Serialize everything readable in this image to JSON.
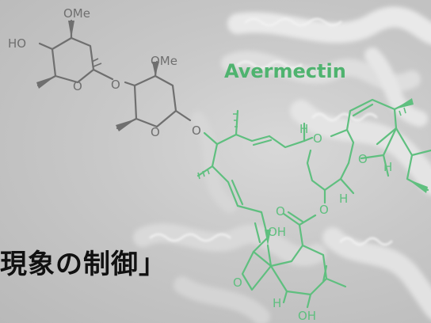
{
  "compound_name": "Avermectin",
  "caption_text": "現象の制御」",
  "atom_labels": {
    "ome_1": "OMe",
    "ho": "HO",
    "o_ring1": "O",
    "o_link1": "O",
    "ome_2": "OMe",
    "o_ring2": "O",
    "o_link2": "O",
    "o_macro": "O",
    "o_spiro": "O",
    "h_1": "H",
    "h_2": "H",
    "h_3": "H",
    "o_ester": "O",
    "o_carbonyl": "O",
    "oh_1": "OH",
    "o_furan": "O",
    "h_4": "H",
    "oh_2": "OH"
  },
  "colors": {
    "background": "#c4c4c4",
    "sugar_structure": "#6f6f6f",
    "aglycone_structure": "#5fbf7f",
    "compound_name": "#4fb36f",
    "caption": "#111111"
  }
}
